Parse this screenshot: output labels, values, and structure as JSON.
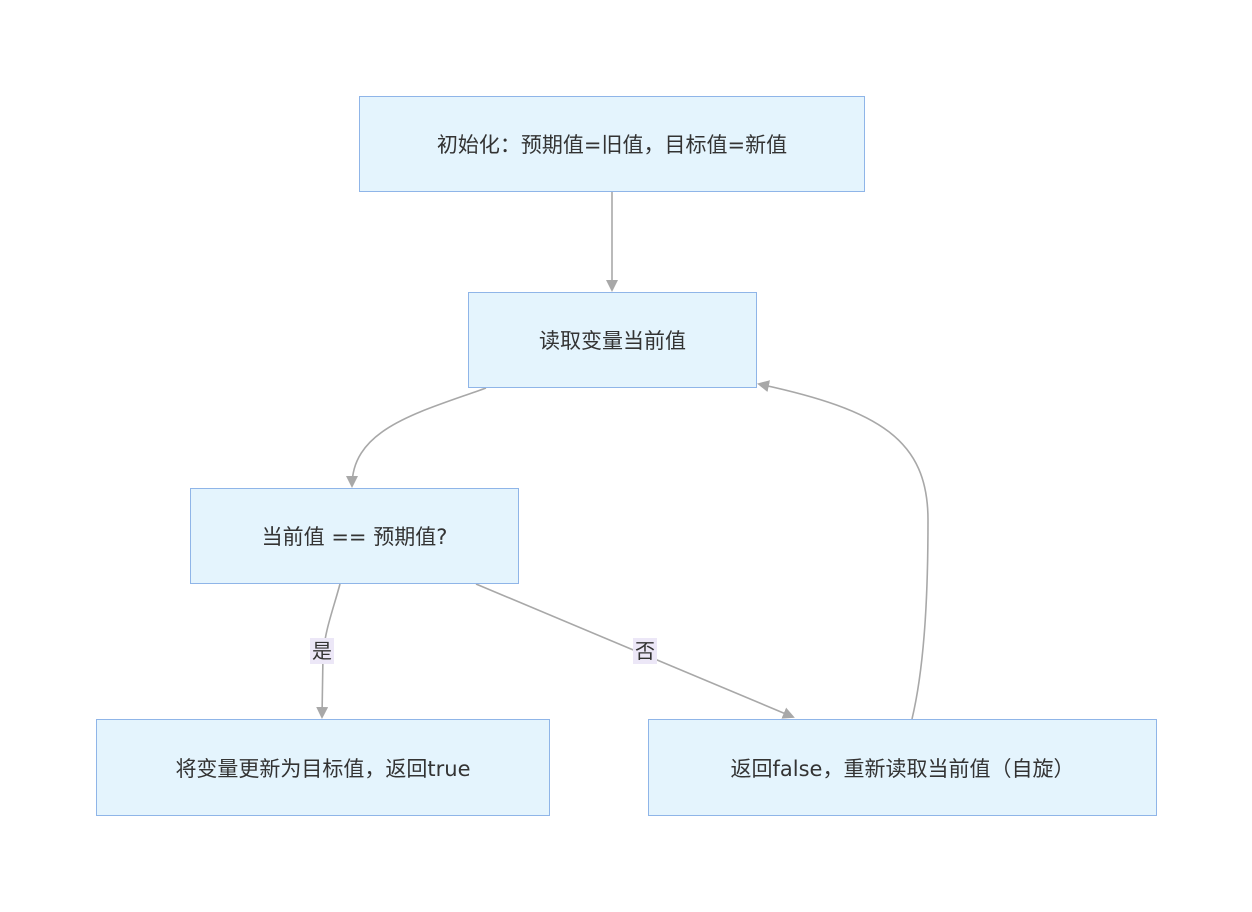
{
  "nodes": {
    "init": "初始化：预期值=旧值，目标值=新值",
    "read": "读取变量当前值",
    "compare": "当前值 == 预期值?",
    "success": "将变量更新为目标值，返回true",
    "fail": "返回false，重新读取当前值（自旋）"
  },
  "edges": {
    "yes_label": "是",
    "no_label": "否"
  },
  "colors": {
    "node_fill": "#e4f4fd",
    "node_border": "#8fb5e8",
    "edge": "#a8a8a8",
    "label_bg": "#ece7f7",
    "text": "#333333"
  }
}
